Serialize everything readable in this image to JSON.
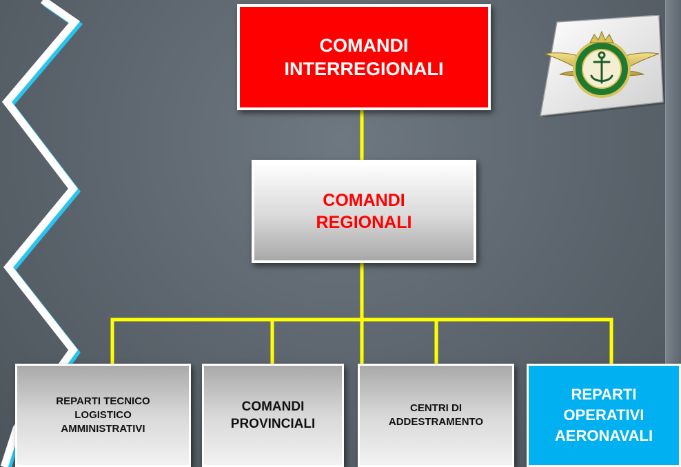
{
  "org_chart": {
    "top": {
      "label": "COMANDI\nINTERREGIONALI"
    },
    "middle": {
      "label": "COMANDI\nREGIONALI"
    },
    "children": [
      {
        "label": "REPARTI TECNICO\nLOGISTICO\nAMMINISTRATIVI"
      },
      {
        "label": "COMANDI\nPROVINCIALI"
      },
      {
        "label": "CENTRI DI\nADDESTRAMENTO"
      },
      {
        "label": "REPARTI\nOPERATIVI\nAERONAVALI"
      }
    ]
  },
  "emblem": {
    "icon": "air-naval-service-emblem-icon"
  },
  "colors": {
    "top_box": "#ff0000",
    "highlight_box": "#00b0f0",
    "connector": "#ffff00",
    "zigzag": "#ffffff",
    "zigzag_shadow": "#29c4f0"
  }
}
